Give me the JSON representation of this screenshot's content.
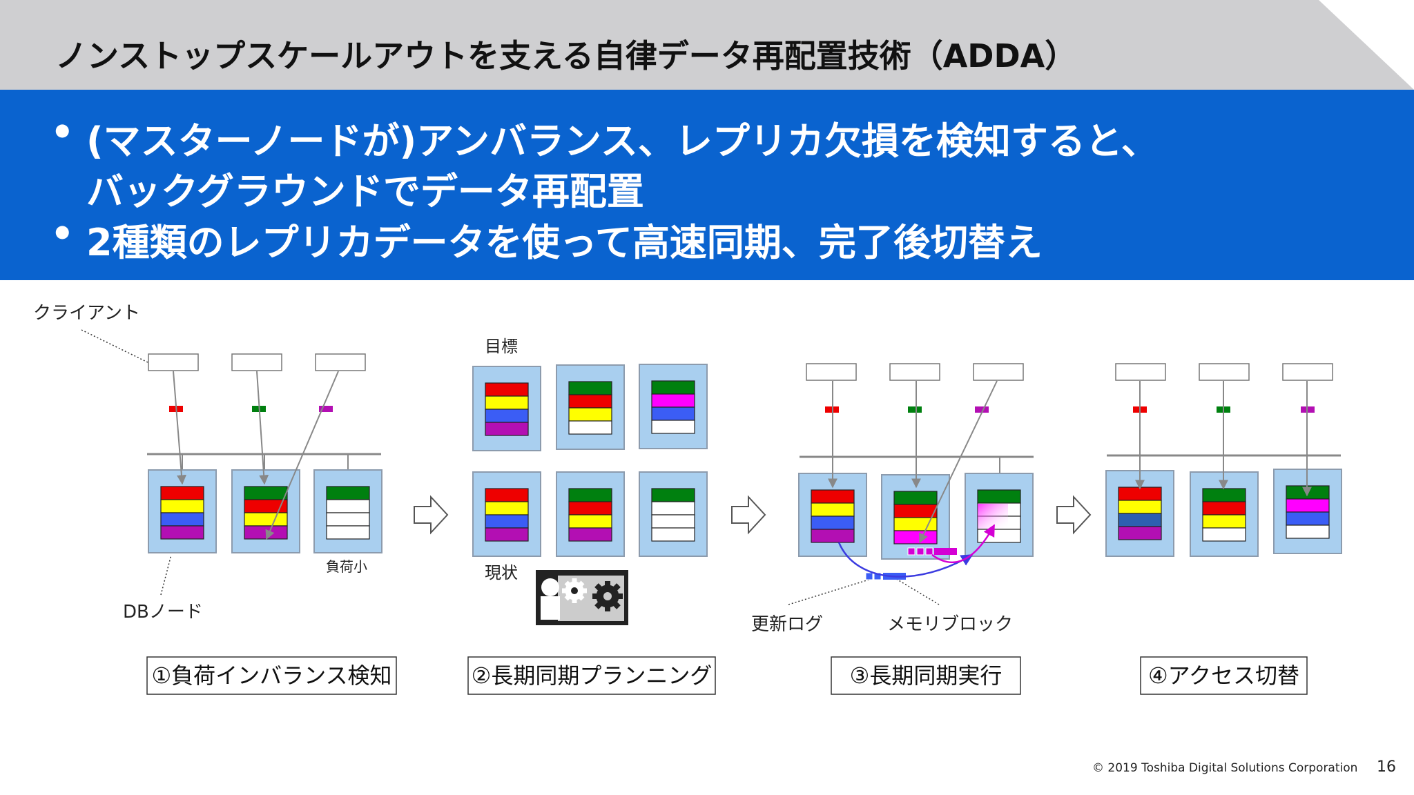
{
  "title": "ノンストップスケールアウトを支える自律データ再配置技術（ADDA）",
  "bullets": [
    "(マスターノードが)アンバランス、レプリカ欠損を検知すると、",
    "バックグラウンドでデータ再配置",
    "2種類のレプリカデータを使って高速同期、完了後切替え"
  ],
  "bullet_dot": "•",
  "labels": {
    "client": "クライアント",
    "db_node": "DBノード",
    "low_load": "負荷小",
    "target": "目標",
    "current": "現状",
    "update_log": "更新ログ",
    "memory_block": "メモリブロック"
  },
  "steps": [
    "①負荷インバランス検知",
    "②長期同期プランニング",
    "③長期同期実行",
    "④アクセス切替"
  ],
  "footer": "© 2019 Toshiba Digital Solutions Corporation",
  "page_number": "16",
  "colors": {
    "red": "#ee0000",
    "yellow": "#ffff00",
    "blue": "#3b5df5",
    "purple": "#b30fb3",
    "green": "#00800f",
    "magenta": "#ff00ff",
    "white": "#ffffff",
    "node_fill": "#a9cfef",
    "node_stroke": "#8c9bad",
    "arrow": "#888888",
    "band": "#0a63cf"
  }
}
